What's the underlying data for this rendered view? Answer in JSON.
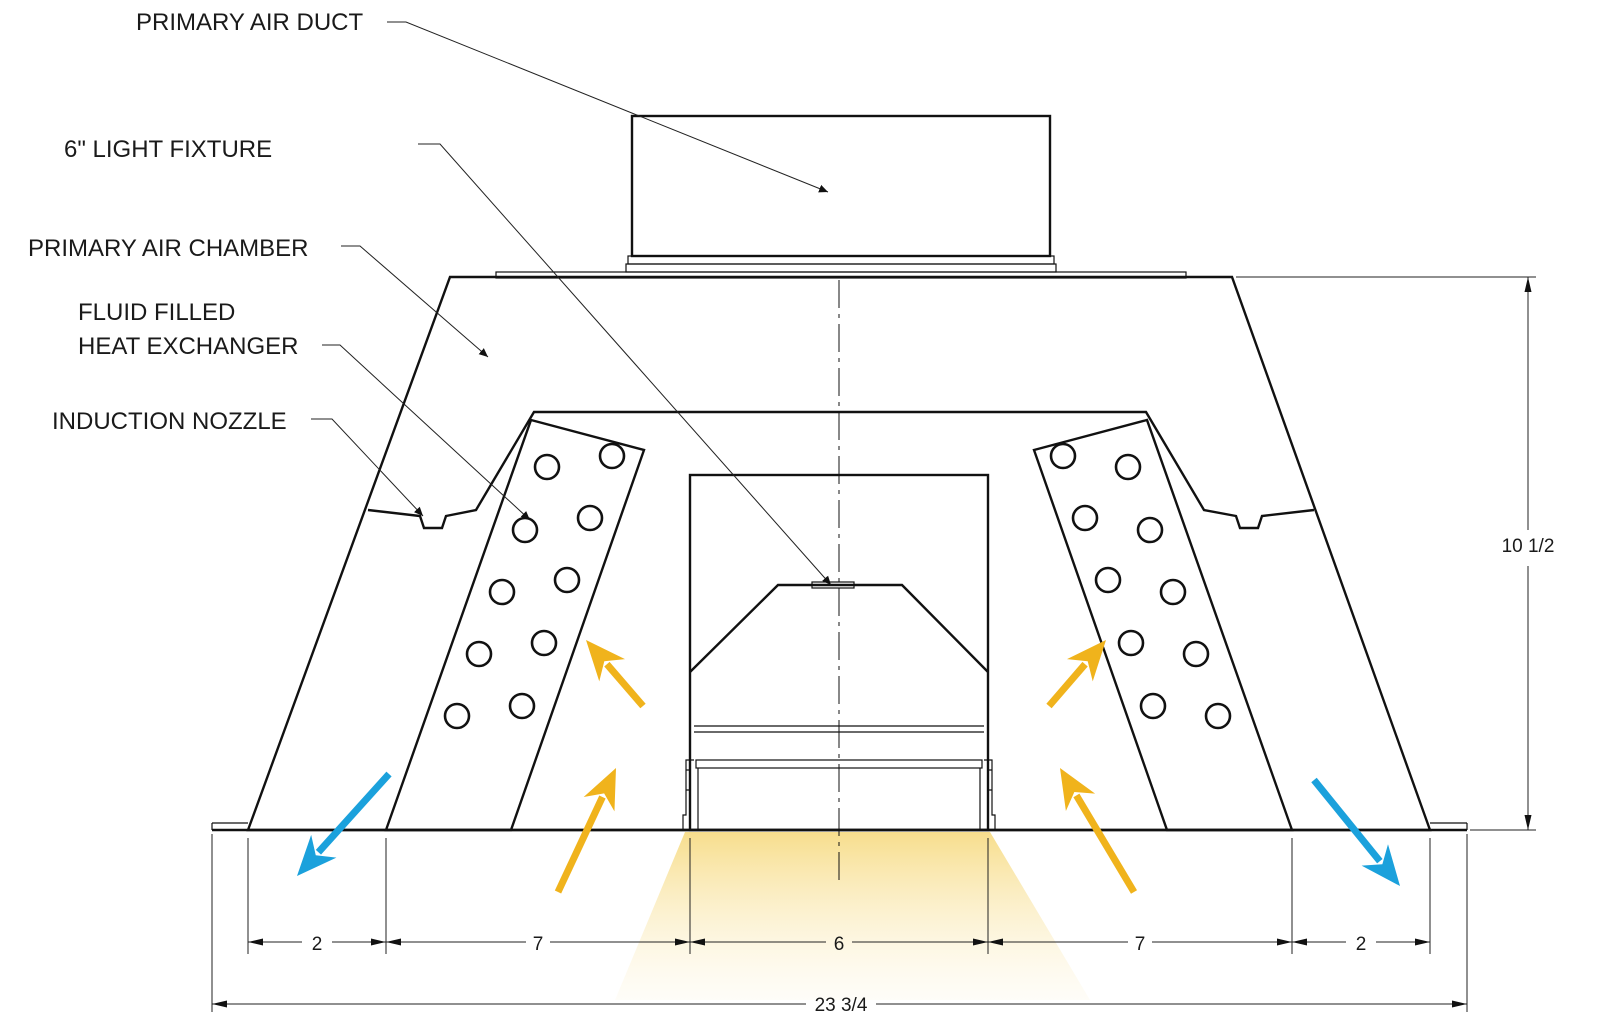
{
  "labels": {
    "primary_air_duct": "PRIMARY AIR DUCT",
    "light_fixture": "6\" LIGHT FIXTURE",
    "primary_air_chamber": "PRIMARY AIR CHAMBER",
    "heat_exchanger_line1": "FLUID FILLED",
    "heat_exchanger_line2": "HEAT EXCHANGER",
    "induction_nozzle": "INDUCTION NOZZLE"
  },
  "dimensions": {
    "height": "10 1/2",
    "left_outer": "2",
    "left_coil": "7",
    "fixture": "6",
    "right_coil": "7",
    "right_outer": "2",
    "overall_width": "23 3/4"
  },
  "colors": {
    "light_yellow": "#f4bc10",
    "induced_air_arrow": "#f0b31c",
    "supply_air_arrow": "#1ba1dc"
  }
}
